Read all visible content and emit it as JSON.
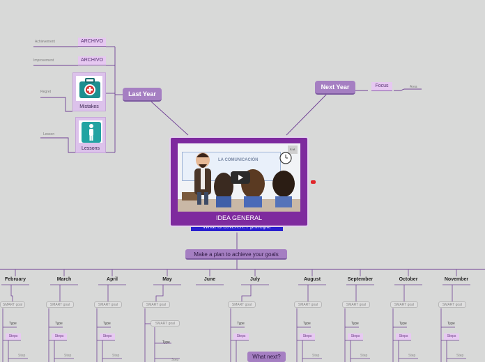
{
  "central": {
    "title": "IDEA GENERAL",
    "behind_label": "What is S.M.A.R.T principle",
    "video_heading": "LA COMUNICACIÓN",
    "video_badge": "S.M."
  },
  "last_year": {
    "label": "Last Year",
    "items": [
      {
        "note": "Achievement",
        "label": "ARCHIVO"
      },
      {
        "note": "Improvement",
        "label": "ARCHIVO"
      },
      {
        "note": "Regret",
        "label": "Mistakes",
        "icon": "first-aid-kit-icon"
      },
      {
        "note": "Lesson",
        "label": "Lessons",
        "icon": "person-icon"
      }
    ]
  },
  "next_year": {
    "label": "Next Year",
    "focus_label": "Focus",
    "area_note": "Area"
  },
  "plan": {
    "label": "Make a plan to achieve your goals"
  },
  "months": [
    {
      "name": "February",
      "goal": "SMART goal",
      "type": "Type",
      "steps": "Steps",
      "step": "Step"
    },
    {
      "name": "March",
      "goal": "SMART goal",
      "type": "Type",
      "steps": "Steps",
      "step": "Step"
    },
    {
      "name": "April",
      "goal": "SMART goal",
      "type": "Type",
      "steps": "Steps",
      "step": "Step"
    },
    {
      "name": "May",
      "goal": "SMART goal",
      "goal2": "SMART goal",
      "type": "Type",
      "step": "Step"
    },
    {
      "name": "June"
    },
    {
      "name": "July",
      "goal": "SMART goal",
      "type": "Type",
      "steps": "Steps"
    },
    {
      "name": "August",
      "goal": "SMART goal",
      "type": "Type",
      "steps": "Steps",
      "step": "Step"
    },
    {
      "name": "September",
      "goal": "SMART goal",
      "type": "Type",
      "steps": "Steps",
      "step": "Step"
    },
    {
      "name": "October",
      "goal": "SMART goal",
      "type": "Type",
      "steps": "Steps",
      "step": "Step"
    },
    {
      "name": "November",
      "goal": "SMART goal",
      "type": "Type",
      "steps": "Steps",
      "step": "Step"
    }
  ],
  "what_next": "What next?",
  "colors": {
    "purple": "#7d4aa3",
    "node": "#a57fc2",
    "central_bg": "#7e2a9e",
    "video_marker": "#e0262a"
  }
}
